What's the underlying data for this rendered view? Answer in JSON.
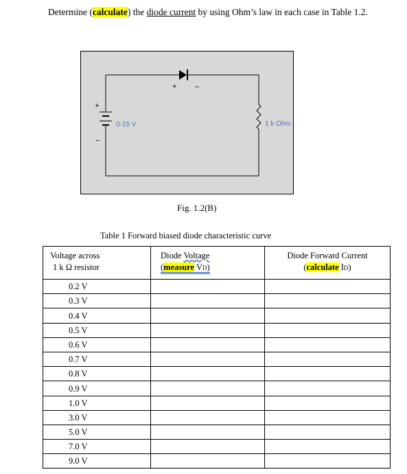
{
  "instructions": {
    "part1": "Determine (",
    "calculate": "calculate",
    "part2": ") the ",
    "diode_current": "diode current",
    "part3": " by using Ohm’s law in each case in Table 1.2."
  },
  "figure": {
    "plus_top": "+",
    "plus_diode": "+",
    "minus_diode": "−",
    "minus_source": "−",
    "source_label": "0-15 V",
    "resistor_label": "1 k Ohm",
    "caption": "Fig. 1.2(B)"
  },
  "table": {
    "caption": "Table 1 Forward biased diode characteristic curve",
    "header_col1_line1": "Voltage across",
    "header_col1_line2": "1 k Ω resistor",
    "header_col2_line1_a": "Diode ",
    "header_col2_line1_b": "Voltage",
    "header_col2_line2_open": "(",
    "header_col2_measure": "measure",
    "header_col2_v": " V",
    "header_col2_sub": "D",
    "header_col2_close": ")",
    "header_col3_line1": "Diode Forward Current",
    "header_col3_open": "(",
    "header_col3_calc": "calculate",
    "header_col3_i": " I",
    "header_col3_sub": "D",
    "header_col3_close": ")",
    "rows": [
      "0.2 V",
      "0.3 V",
      "0.4 V",
      "0.5 V",
      "0.6 V",
      "0.7 V",
      "0.8 V",
      "0.9 V",
      "1.0 V",
      "3.0 V",
      "5.0 V",
      "7.0 V",
      "9.0 V"
    ]
  }
}
